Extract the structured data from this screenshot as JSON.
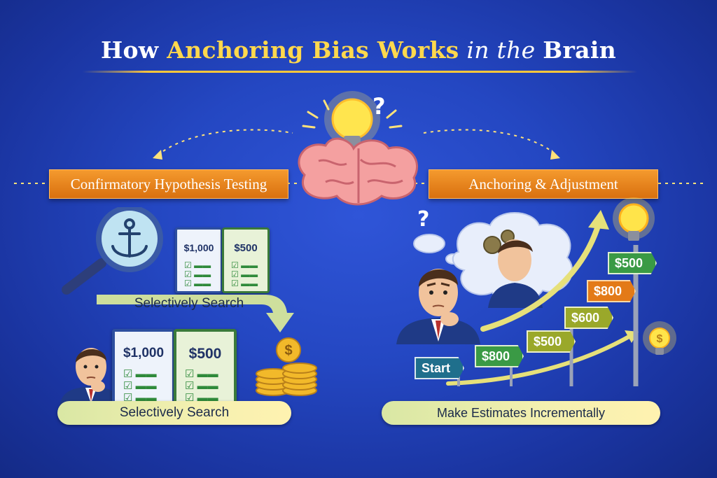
{
  "title": {
    "part1": "How ",
    "part2": "Anchoring Bias Works",
    "part3": " in the ",
    "part4": "Brain"
  },
  "top": {
    "question_mark": "?"
  },
  "left_panel": {
    "banner": "Confirmatory Hypothesis Testing",
    "clipboard_small_1": "$1,000",
    "clipboard_small_2": "$500",
    "pill_top": "Selectively Search",
    "clipboard_large_1": "$1,000",
    "clipboard_large_2": "$500",
    "pill_bottom": "Selectively Search"
  },
  "right_panel": {
    "banner": "Anchoring & Adjustment",
    "question_mark": "?",
    "signs": {
      "start": "Start",
      "s1": "$800",
      "s2": "$500",
      "s3": "$600",
      "s4": "$800",
      "s5": "$500"
    },
    "pill": "Make Estimates Incrementally"
  },
  "colors": {
    "background": "#2447c2",
    "banner": "#e8821e",
    "title_highlight": "#ffd84d",
    "sign_green": "#3a9a45",
    "sign_orange": "#e37a18",
    "sign_lime": "#9aa82a",
    "sign_teal": "#1f6f8c"
  }
}
